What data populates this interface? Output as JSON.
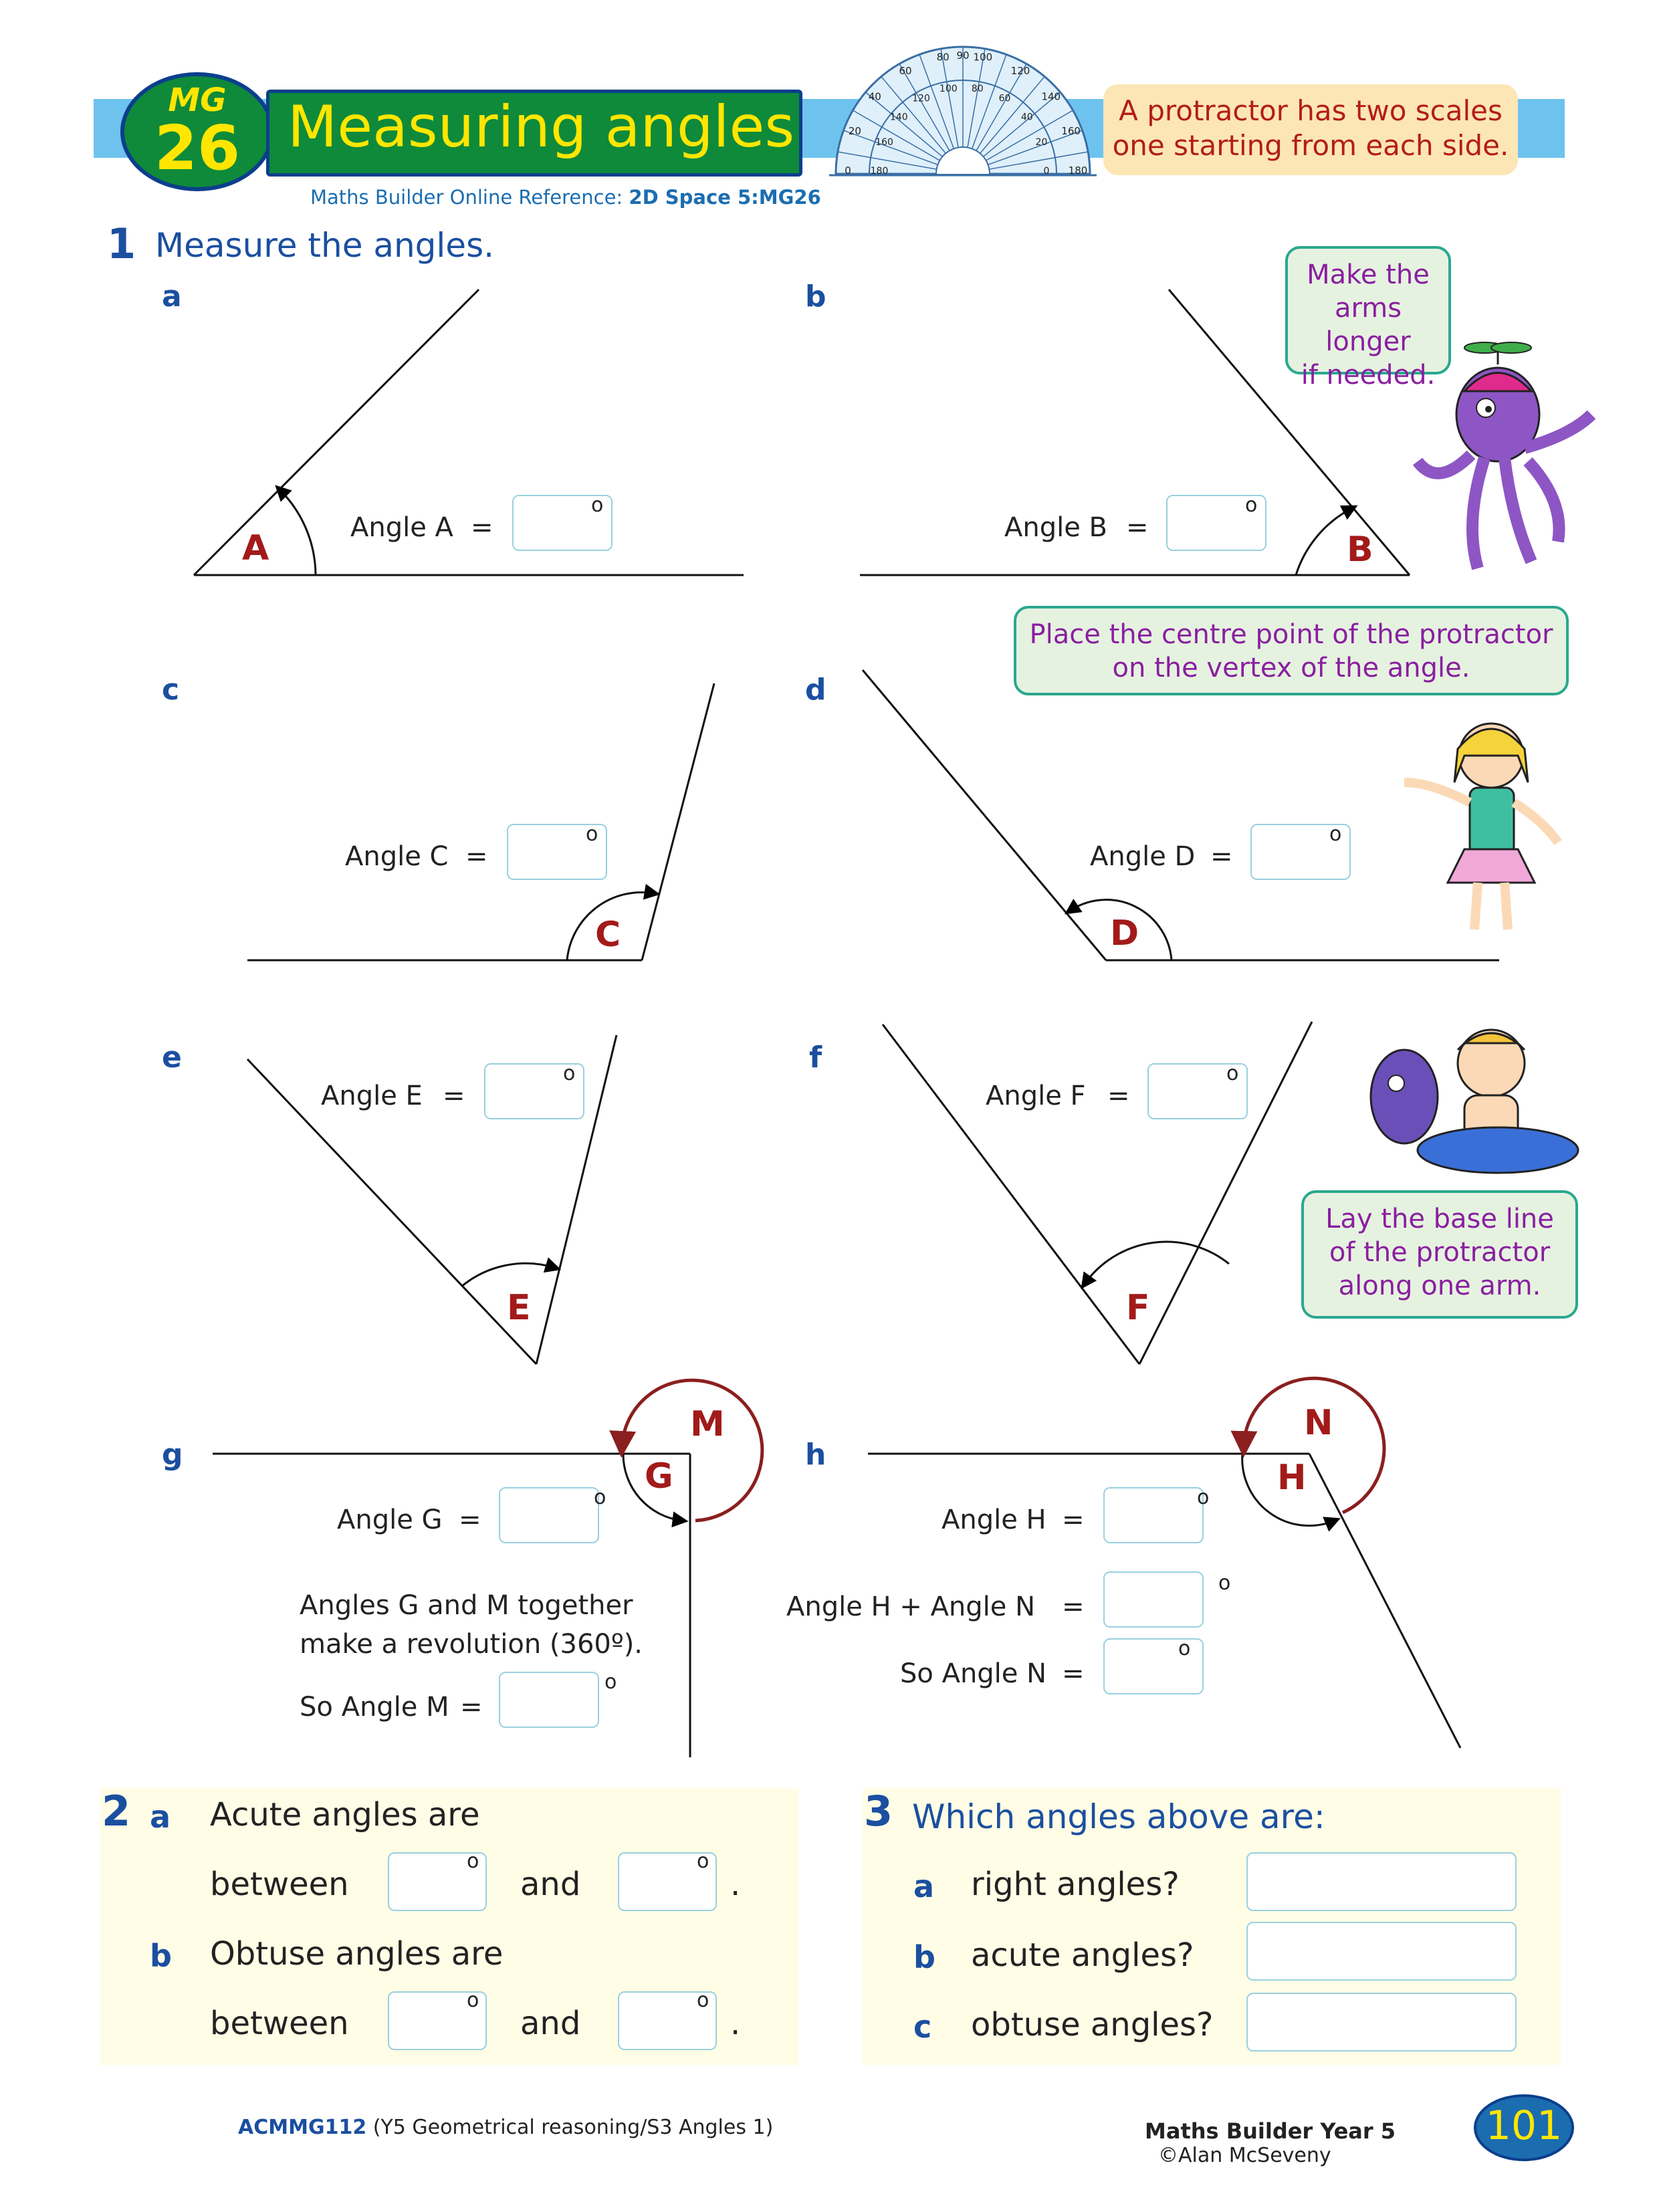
{
  "header": {
    "badge_mg": "MG",
    "badge_num": "26",
    "title": "Measuring angles",
    "reference_prefix": "Maths Builder Online Reference: ",
    "reference_code": "2D Space 5:MG26",
    "protractor_note_line1": "A protractor has two scales",
    "protractor_note_line2": "one starting from each side."
  },
  "protractor": {
    "outer_ticks": [
      "0",
      "20",
      "40",
      "60",
      "80",
      "90",
      "100",
      "120",
      "140",
      "160",
      "180"
    ],
    "inner_ticks": [
      "180",
      "160",
      "140",
      "120",
      "100",
      "80",
      "60",
      "40",
      "20",
      "0"
    ]
  },
  "q1": {
    "number": "1",
    "instruction": "Measure the angles.",
    "parts": {
      "a": {
        "label": "a",
        "prompt": "Angle A",
        "eq": "=",
        "letter": "A"
      },
      "b": {
        "label": "b",
        "prompt": "Angle B",
        "eq": "=",
        "letter": "B"
      },
      "c": {
        "label": "c",
        "prompt": "Angle C",
        "eq": "=",
        "letter": "C"
      },
      "d": {
        "label": "d",
        "prompt": "Angle D",
        "eq": "=",
        "letter": "D"
      },
      "e": {
        "label": "e",
        "prompt": "Angle E",
        "eq": "=",
        "letter": "E"
      },
      "f": {
        "label": "f",
        "prompt": "Angle F",
        "eq": "=",
        "letter": "F"
      },
      "g": {
        "label": "g",
        "prompt": "Angle G",
        "eq": "=",
        "letter": "G",
        "letter2": "M",
        "note_line1": "Angles G and M together",
        "note_line2": "make a revolution (360º).",
        "so": "So Angle M",
        "so_eq": "="
      },
      "h": {
        "label": "h",
        "prompt": "Angle H",
        "eq": "=",
        "letter": "H",
        "letter2": "N",
        "sum_prompt": "Angle H  +  Angle N",
        "sum_eq": "=",
        "so": "So Angle N",
        "so_eq": "="
      }
    },
    "degree_symbol": "o"
  },
  "tips": {
    "octopus": [
      "Make the",
      "arms longer",
      "if needed."
    ],
    "girl": [
      "Place the centre point of the protractor",
      "on the vertex of the angle."
    ],
    "boy": [
      "Lay the base line",
      "of the protractor",
      "along one arm."
    ]
  },
  "q2": {
    "number": "2",
    "a_label": "a",
    "a_text": "Acute angles are",
    "b_label": "b",
    "b_text": "Obtuse angles are",
    "between": "between",
    "and": "and",
    "period": "."
  },
  "q3": {
    "number": "3",
    "question": "Which angles above are:",
    "items": [
      {
        "label": "a",
        "text": "right angles?"
      },
      {
        "label": "b",
        "text": "acute angles?"
      },
      {
        "label": "c",
        "text": "obtuse angles?"
      }
    ]
  },
  "footer": {
    "curriculum_code": "ACMMG112",
    "curriculum_text": " (Y5 Geometrical reasoning/S3 Angles 1)",
    "book": "Maths Builder Year 5",
    "copyright": "©Alan McSeveny",
    "page": "101"
  },
  "colors": {
    "header_band": "#6ec3ee",
    "badge_green": "#0e8a3a",
    "title_yellow": "#ffe600",
    "question_blue": "#1b4fa0",
    "angle_letter_red": "#a31a1a",
    "tip_purple": "#8a1fa0",
    "panel_cream": "#fffde6"
  }
}
